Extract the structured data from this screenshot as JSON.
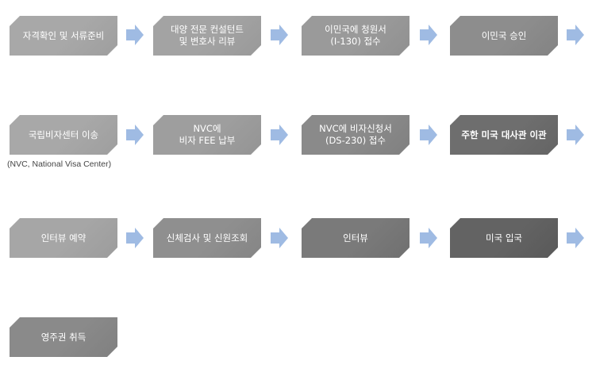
{
  "steps": [
    {
      "lines": [
        "자격확인 및 서류준비"
      ],
      "color": "#a8a8a8"
    },
    {
      "lines": [
        "대양 전문 컨설턴트",
        "및 변호사 리뷰"
      ],
      "color": "#a3a3a3"
    },
    {
      "lines": [
        "이민국에 청원서",
        "(I-130) 접수"
      ],
      "color": "#9a9a9a"
    },
    {
      "lines": [
        "이민국 승인"
      ],
      "color": "#8d8d8d"
    },
    {
      "lines": [
        "국립비자센터 이송"
      ],
      "color": "#a8a8a8"
    },
    {
      "lines": [
        "NVC에",
        "비자 FEE 납부"
      ],
      "color": "#9e9e9e"
    },
    {
      "lines": [
        "NVC에 비자신청서",
        "(DS-230) 접수"
      ],
      "color": "#8a8a8a"
    },
    {
      "lines": [
        "주한 미국 대사관 이관"
      ],
      "color": "#6e6e6e"
    },
    {
      "lines": [
        "인터뷰 예약"
      ],
      "color": "#a6a6a6"
    },
    {
      "lines": [
        "신체검사 및 신원조회"
      ],
      "color": "#8f8f8f"
    },
    {
      "lines": [
        "인터뷰"
      ],
      "color": "#7a7a7a"
    },
    {
      "lines": [
        "미국 입국"
      ],
      "color": "#636363"
    },
    {
      "lines": [
        "영주권 취득"
      ],
      "color": "#8a8a8a"
    }
  ],
  "notes": {
    "nvc_full_name": "(NVC, National Visa Center)"
  },
  "colors": {
    "arrow": "#9fbbe3",
    "box_text": "#ffffff"
  },
  "icons": {
    "arrow": "right-arrow-icon"
  }
}
